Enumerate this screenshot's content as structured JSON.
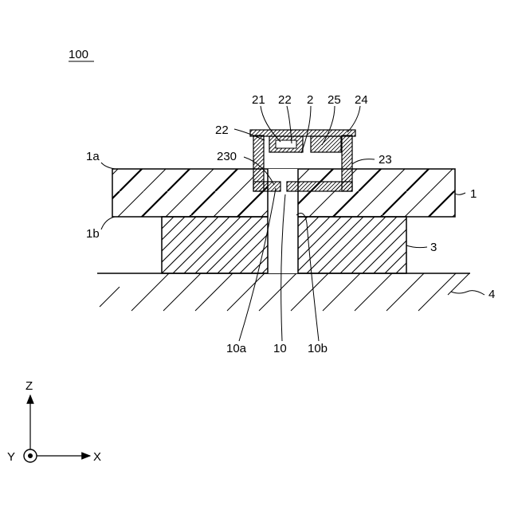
{
  "figure": {
    "number": "100",
    "labels": {
      "l21": "21",
      "l22_top": "22",
      "l2": "2",
      "l25": "25",
      "l24": "24",
      "l22_left": "22",
      "l230": "230",
      "l23": "23",
      "l1a": "1a",
      "l1": "1",
      "l1b": "1b",
      "l3": "3",
      "l4": "4",
      "l10a": "10a",
      "l10": "10",
      "l10b": "10b"
    },
    "axes": {
      "z": "Z",
      "y": "Y",
      "x": "X"
    }
  }
}
